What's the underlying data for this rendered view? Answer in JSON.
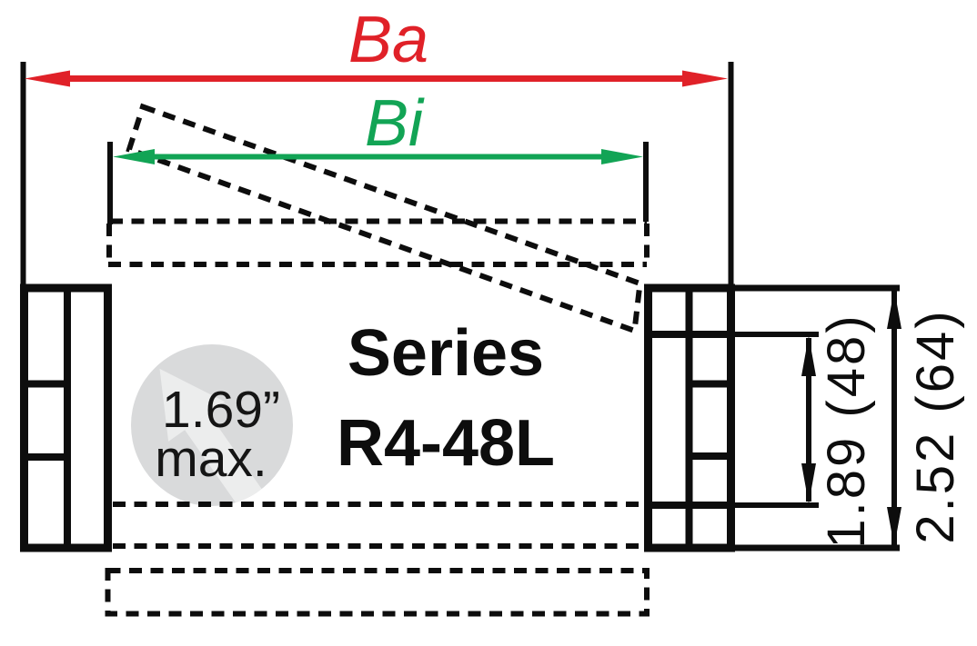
{
  "drawing": {
    "product": {
      "series_word": "Series",
      "model": "R4-48L"
    },
    "dimensions": {
      "outer_width": {
        "label": "Ba",
        "color": "#e02128"
      },
      "inner_width": {
        "label": "Bi",
        "color": "#12a455"
      },
      "inner_height": {
        "label": "1.89 (48)"
      },
      "outer_height": {
        "label": "2.52 (64)"
      }
    },
    "bend_radius_badge": {
      "value": "1.69”",
      "qualifier": "max."
    },
    "colors": {
      "line": "#0d0d0d",
      "background": "#ffffff",
      "badge_background": "#d9dadb",
      "badge_watermark": "#eceded"
    }
  }
}
